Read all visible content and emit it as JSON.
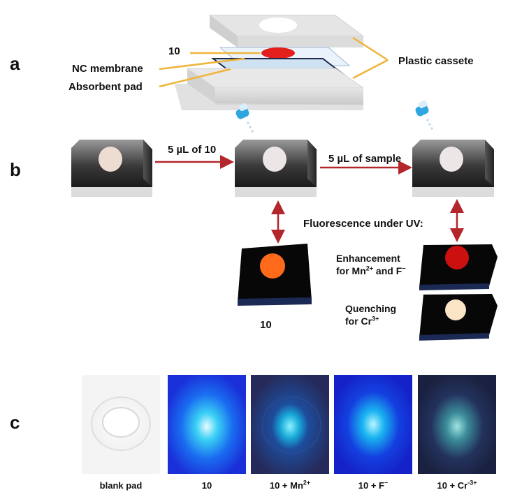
{
  "panels": {
    "a": "a",
    "b": "b",
    "c": "c"
  },
  "panel_a": {
    "label_10": "10",
    "label_nc": "NC membrane",
    "label_pad": "Absorbent pad",
    "label_cassette": "Plastic cassete"
  },
  "panel_b": {
    "step1": "5 µL of 10",
    "step2": "5 µL of sample",
    "uv_title": "Fluorescence under UV:",
    "enh_line1": "Enhancement",
    "enh_line2_pre": "for Mn",
    "enh_sup1": "2+",
    "enh_mid": " and F",
    "enh_sup2": "−",
    "q_line1": "Quenching",
    "q_line2_pre": "for Cr",
    "q_sup": "3+",
    "label_10": "10"
  },
  "panel_c": {
    "cap1": "blank pad",
    "cap2": "10",
    "cap3_pre": "10 + Mn",
    "cap3_sup": "2+",
    "cap4_pre": "10 + F",
    "cap4_sup": "−",
    "cap5_pre": "10 + Cr",
    "cap5_sup": "-3+"
  },
  "colors": {
    "arrow": "#b3262b",
    "leader": "#f0b43a",
    "spot_orange": "#ff6a1a",
    "spot_red": "#cc1010",
    "spot_pale": "#fbe3c6",
    "uv_blue": "#1a2fd8"
  }
}
